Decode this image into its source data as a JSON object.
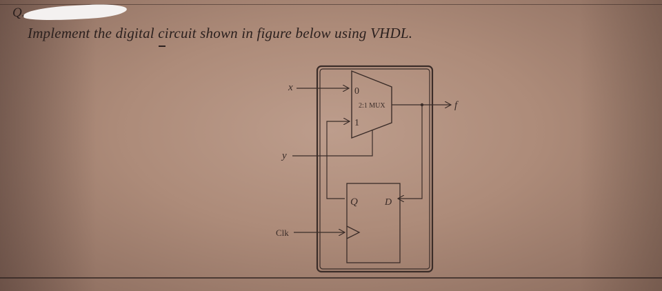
{
  "question": {
    "number": "Q.",
    "prompt": "Implement the digital circuit shown in figure below using VHDL."
  },
  "circuit": {
    "inputs": {
      "x": "x",
      "y": "y",
      "clk": "Clk"
    },
    "output": "f",
    "mux": {
      "label": "2:1 MUX",
      "in0": "0",
      "in1": "1"
    },
    "flipflop": {
      "q": "Q",
      "d": "D"
    }
  },
  "colors": {
    "ink": "#3a2c28",
    "redaction": "#f4f1f0"
  }
}
